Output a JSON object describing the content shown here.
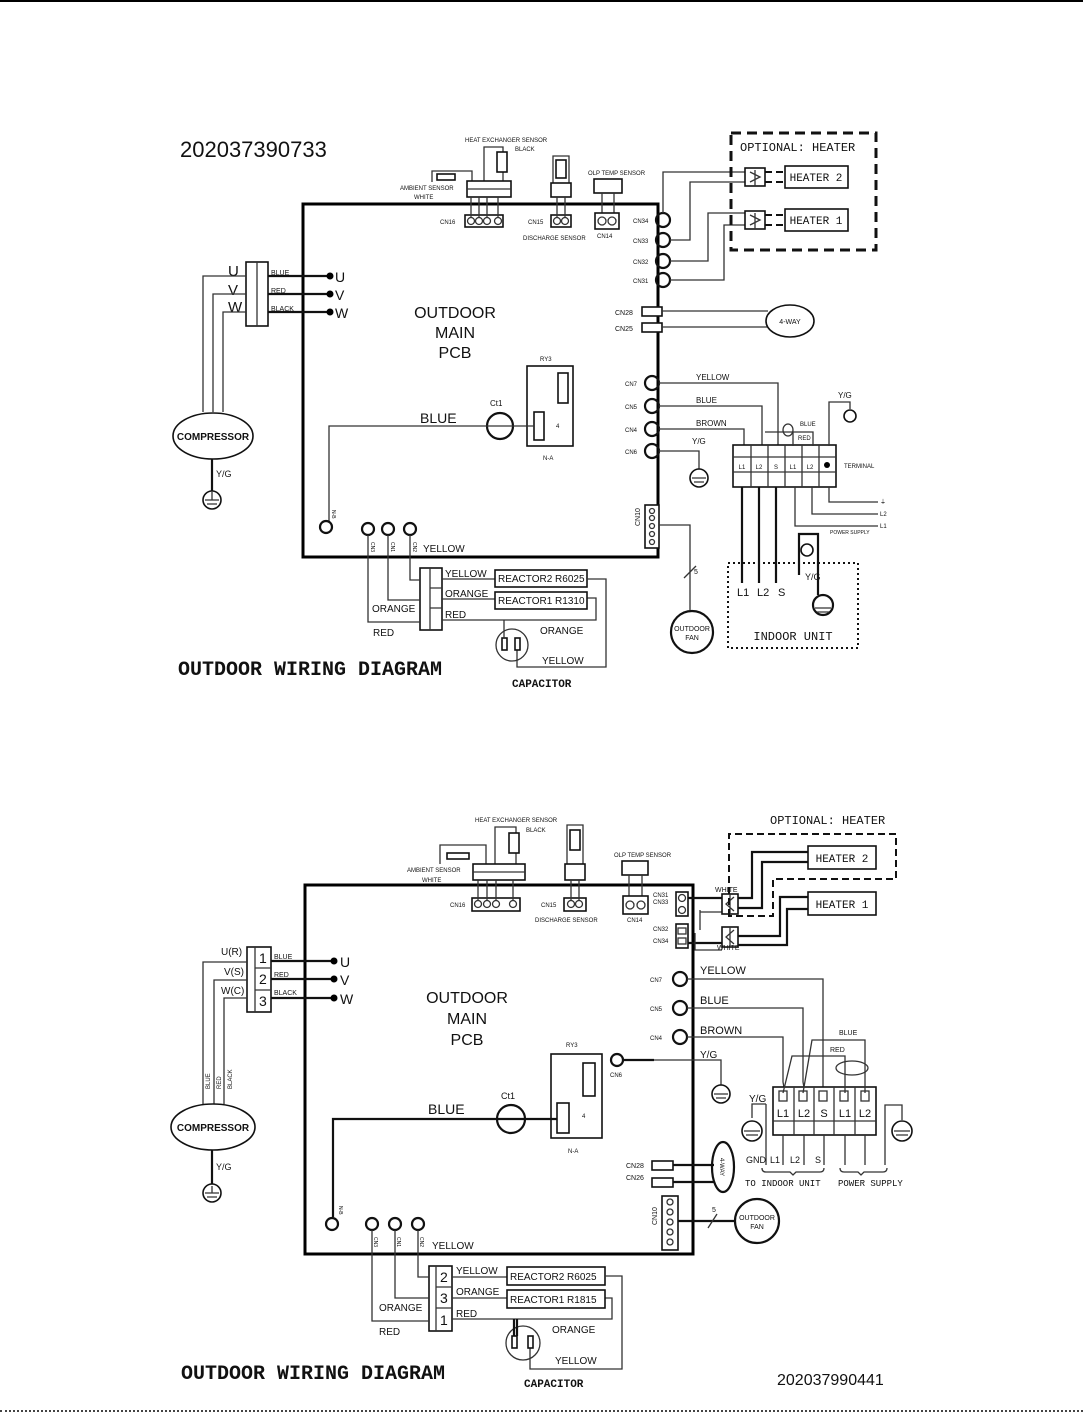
{
  "diagram1": {
    "part_number": "202037390733",
    "title": "OUTDOOR WIRING DIAGRAM",
    "pcb": [
      "OUTDOOR",
      "MAIN",
      "PCB"
    ],
    "sensors": {
      "heat_exchanger": "HEAT EXCHANGER SENSOR",
      "heat_exchanger_color": "BLACK",
      "ambient": "AMBIENT SENSOR",
      "ambient_color": "WHITE",
      "discharge": "DISCHARGE SENSOR",
      "olp": "OLP TEMP SENSOR"
    },
    "connectors": {
      "cn16": "CN16",
      "cn15": "CN15",
      "cn14": "CN14",
      "cn34": "CN34",
      "cn33": "CN33",
      "cn32": "CN32",
      "cn31": "CN31",
      "cn28": "CN28",
      "cn25": "CN25",
      "cn7": "CN7",
      "cn5": "CN5",
      "cn4": "CN4",
      "cn6": "CN6",
      "cn10": "CN10",
      "n8": "N-B",
      "cn3": "CN3",
      "cn1": "CN1",
      "cn2": "CN2"
    },
    "optional_heater": "OPTIONAL: HEATER",
    "heater2": "HEATER 2",
    "heater1": "HEATER 1",
    "four_way": "4-WAY",
    "compressor": {
      "label": "COMPRESSOR",
      "phases": [
        "U",
        "V",
        "W"
      ],
      "wire_colors": [
        "BLUE",
        "RED",
        "BLACK"
      ],
      "ground": "Y/G"
    },
    "relay": {
      "label": "RY3",
      "pin": "4",
      "na": "N-A"
    },
    "ct": "Ct1",
    "blue_wire": "BLUE",
    "signal_wires": {
      "cn7": "YELLOW",
      "cn5": "BLUE",
      "cn4": "BROWN",
      "cn6": "Y/G"
    },
    "terminal": {
      "label": "TERMINAL",
      "pins": [
        "L1",
        "L2",
        "S",
        "L1",
        "L2"
      ],
      "bridge_blue": "BLUE",
      "bridge_red": "RED",
      "ground": "Y/G",
      "outputs": [
        "⏚",
        "L2",
        "L1"
      ],
      "power_supply": "POWER SUPPLY"
    },
    "indoor_unit": {
      "label": "INDOOR UNIT",
      "pins": [
        "L1",
        "L2",
        "S"
      ],
      "ground": "Y/G"
    },
    "outdoor_fan": [
      "OUTDOOR",
      "FAN"
    ],
    "fan_wires": "5",
    "reactor": {
      "cn2_wire": "YELLOW",
      "wires_right": [
        "YELLOW",
        "ORANGE",
        "RED"
      ],
      "wires_left": [
        "ORANGE",
        "RED"
      ],
      "reactor2": "REACTOR2  R6025",
      "reactor1": "REACTOR1  R1310",
      "cap_orange": "ORANGE",
      "cap_yellow": "YELLOW",
      "capacitor": "CAPACITOR"
    }
  },
  "diagram2": {
    "part_number": "202037990441",
    "title": "OUTDOOR WIRING DIAGRAM",
    "pcb": [
      "OUTDOOR",
      "MAIN",
      "PCB"
    ],
    "sensors": {
      "heat_exchanger": "HEAT EXCHANGER SENSOR",
      "heat_exchanger_color": "BLACK",
      "ambient": "AMBIENT SENSOR",
      "ambient_color": "WHITE",
      "discharge": "DISCHARGE SENSOR",
      "olp": "OLP TEMP SENSOR"
    },
    "connectors": {
      "cn16": "CN16",
      "cn15": "CN15",
      "cn14": "CN14",
      "cn31": "CN31",
      "cn33": "CN33",
      "cn32": "CN32",
      "cn34": "CN34",
      "cn7": "CN7",
      "cn5": "CN5",
      "cn4": "CN4",
      "cn6": "CN6",
      "cn28": "CN28",
      "cn26": "CN26",
      "cn10": "CN10",
      "n8": "N-B",
      "cn3": "CN3",
      "cn1": "CN1",
      "cn2": "CN2"
    },
    "optional_heater": "OPTIONAL: HEATER",
    "heater2": "HEATER 2",
    "heater1": "HEATER 1",
    "white_top": "WHITE",
    "white_bottom": "WHITE",
    "four_way": "4-WAY",
    "compressor": {
      "label": "COMPRESSOR",
      "phases": [
        "U(R)",
        "V(S)",
        "W(C)"
      ],
      "pin_numbers": [
        "1",
        "2",
        "3"
      ],
      "wire_colors": [
        "BLUE",
        "RED",
        "BLACK"
      ],
      "outputs": [
        "U",
        "V",
        "W"
      ],
      "ground": "Y/G"
    },
    "relay": {
      "label": "RY3",
      "pin": "4",
      "na": "N-A"
    },
    "ct": "Ct1",
    "blue_wire": "BLUE",
    "signal_wires": {
      "cn7": "YELLOW",
      "cn5": "BLUE",
      "cn4": "BROWN",
      "cn6": "Y/G"
    },
    "terminal": {
      "pins": [
        "L1",
        "L2",
        "S",
        "L1",
        "L2"
      ],
      "bridge_blue": "BLUE",
      "bridge_red": "RED",
      "ground": "Y/G",
      "bottom_labels": [
        "GND",
        "L1",
        "L2",
        "S"
      ],
      "to_indoor": "TO INDOOR UNIT",
      "power_supply": "POWER SUPPLY"
    },
    "outdoor_fan": [
      "OUTDOOR",
      "FAN"
    ],
    "fan_wires": "5",
    "reactor": {
      "cn2_wire": "YELLOW",
      "pin_numbers": [
        "2",
        "3",
        "1"
      ],
      "wires_right": [
        "YELLOW",
        "ORANGE",
        "RED"
      ],
      "wires_left": [
        "ORANGE",
        "RED"
      ],
      "reactor2": "REACTOR2  R6025",
      "reactor1": "REACTOR1  R1815",
      "cap_orange": "ORANGE",
      "cap_yellow": "YELLOW",
      "capacitor": "CAPACITOR"
    }
  }
}
